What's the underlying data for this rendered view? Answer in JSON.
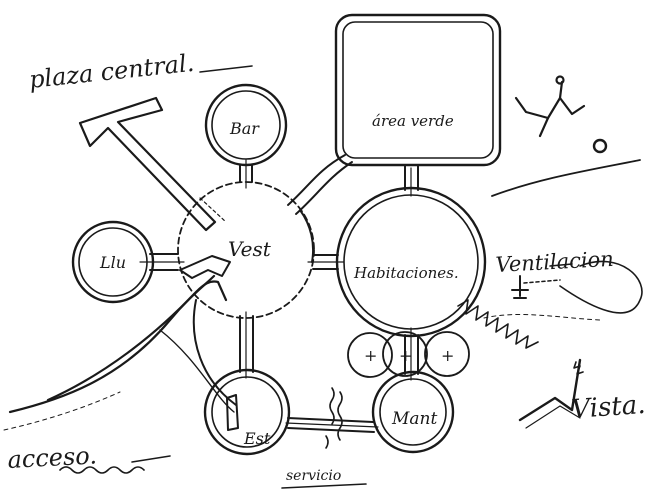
{
  "labels": {
    "plaza": "plaza central.",
    "bar": "Bar",
    "area_verde": "área verde",
    "lluv": "Llu",
    "vest": "Vest",
    "habitaciones": "Habitaciones.",
    "ventilacion": "Ventilacion",
    "est": "Est",
    "mant": "Mant",
    "acceso": "acceso.",
    "servicio": "servicio",
    "vista": "Vista."
  },
  "marks": {
    "plus": "+",
    "ball": "⚽"
  }
}
